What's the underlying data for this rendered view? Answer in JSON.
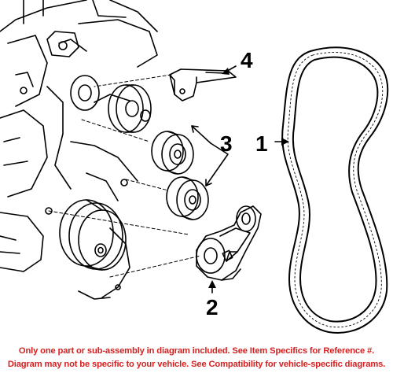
{
  "callouts": {
    "belt": "1",
    "tensioner": "2",
    "idler_pulleys": "3",
    "bracket": "4"
  },
  "disclaimer": {
    "line1": "Only one part or sub-assembly in diagram included. See Item Specifics for Reference #.",
    "line2": "Diagram may not be specific to your vehicle. See Compatibility for vehicle-specific diagrams."
  },
  "colors": {
    "ink": "#000000",
    "disclaimer_text": "#d42020",
    "background": "#ffffff"
  }
}
